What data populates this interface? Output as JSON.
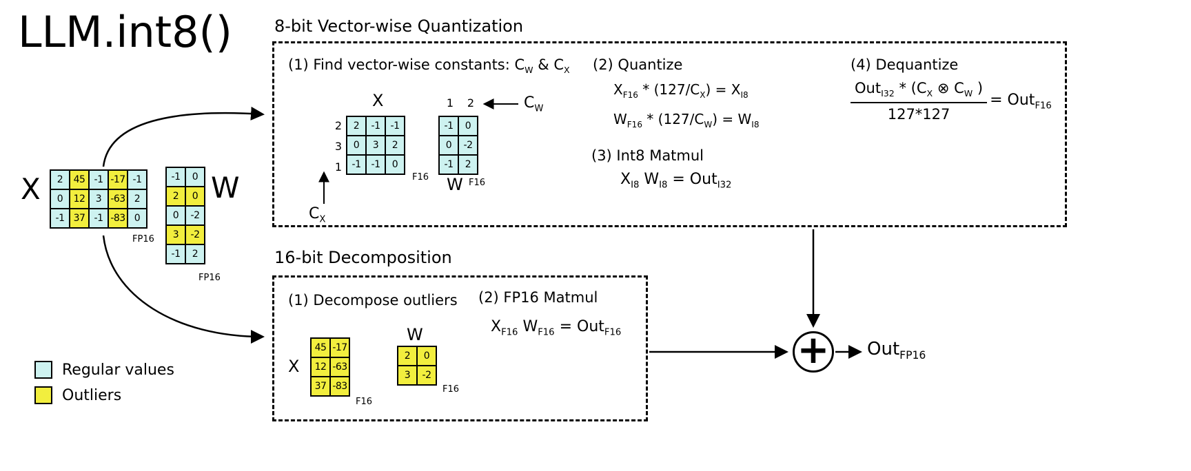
{
  "title": "LLM.int8()",
  "colors": {
    "regular": "#cdf2f0",
    "outlier": "#f2ee3e"
  },
  "legend": {
    "regular_label": "Regular values",
    "outlier_label": "Outliers"
  },
  "input": {
    "x_label": "X",
    "w_label": "W",
    "x_precision": "FP16",
    "w_precision": "FP16",
    "x_matrix": [
      [
        {
          "v": "2"
        },
        {
          "v": "45",
          "o": true
        },
        {
          "v": "-1"
        },
        {
          "v": "-17",
          "o": true
        },
        {
          "v": "-1"
        }
      ],
      [
        {
          "v": "0"
        },
        {
          "v": "12",
          "o": true
        },
        {
          "v": "3"
        },
        {
          "v": "-63",
          "o": true
        },
        {
          "v": "2"
        }
      ],
      [
        {
          "v": "-1"
        },
        {
          "v": "37",
          "o": true
        },
        {
          "v": "-1"
        },
        {
          "v": "-83",
          "o": true
        },
        {
          "v": "0"
        }
      ]
    ],
    "w_matrix": [
      [
        {
          "v": "-1"
        },
        {
          "v": "0"
        }
      ],
      [
        {
          "v": "2",
          "o": true
        },
        {
          "v": "0",
          "o": true
        }
      ],
      [
        {
          "v": "0"
        },
        {
          "v": "-2"
        }
      ],
      [
        {
          "v": "3",
          "o": true
        },
        {
          "v": "-2",
          "o": true
        }
      ],
      [
        {
          "v": "-1"
        },
        {
          "v": "2"
        }
      ]
    ]
  },
  "quant_box": {
    "title": "8-bit Vector-wise Quantization",
    "step1": [
      {
        "t": "(1) Find vector-wise constants: C"
      },
      {
        "s": "W"
      },
      {
        "t": " & C"
      },
      {
        "s": "X"
      }
    ],
    "x_label": "X",
    "x_row_labels": [
      "2",
      "3",
      "1"
    ],
    "x_matrix": [
      [
        {
          "v": "2"
        },
        {
          "v": "-1"
        },
        {
          "v": "-1"
        }
      ],
      [
        {
          "v": "0"
        },
        {
          "v": "3"
        },
        {
          "v": "2"
        }
      ],
      [
        {
          "v": "-1"
        },
        {
          "v": "-1"
        },
        {
          "v": "0"
        }
      ]
    ],
    "x_precision": "F16",
    "cx_label": [
      {
        "t": "C"
      },
      {
        "s": "X"
      }
    ],
    "w_col_labels": [
      "1",
      "2"
    ],
    "w_matrix": [
      [
        {
          "v": "-1"
        },
        {
          "v": "0"
        }
      ],
      [
        {
          "v": "0"
        },
        {
          "v": "-2"
        }
      ],
      [
        {
          "v": "-1"
        },
        {
          "v": "2"
        }
      ]
    ],
    "w_label": "W",
    "w_precision": "F16",
    "cw_label": [
      {
        "t": "C"
      },
      {
        "s": "W"
      }
    ],
    "step2": "(2) Quantize",
    "quantize_x": [
      {
        "t": "X"
      },
      {
        "s": "F16"
      },
      {
        "t": " * (127/C"
      },
      {
        "s": "X"
      },
      {
        "t": ") = X"
      },
      {
        "s": "I8"
      }
    ],
    "quantize_w": [
      {
        "t": "W"
      },
      {
        "s": "F16"
      },
      {
        "t": " * (127/C"
      },
      {
        "s": "W"
      },
      {
        "t": ") = W"
      },
      {
        "s": "I8"
      }
    ],
    "step3": "(3) Int8 Matmul",
    "int8_matmul": [
      {
        "t": "X"
      },
      {
        "s": "I8"
      },
      {
        "t": "  W"
      },
      {
        "s": "I8"
      },
      {
        "t": " = Out"
      },
      {
        "s": "I32"
      }
    ],
    "step4": "(4) Dequantize",
    "dequantize": {
      "numerator": [
        {
          "t": "Out"
        },
        {
          "s": "I32"
        },
        {
          "t": " *  (C"
        },
        {
          "s": "X"
        },
        {
          "t": " ⊗ C"
        },
        {
          "s": "W"
        },
        {
          "t": " )"
        }
      ],
      "denominator": [
        {
          "t": "127*127"
        }
      ],
      "result": [
        {
          "t": "= Out"
        },
        {
          "s": "F16"
        }
      ]
    }
  },
  "decomp_box": {
    "title": "16-bit Decomposition",
    "step1": "(1) Decompose outliers",
    "step2": "(2) FP16 Matmul",
    "fp16_matmul": [
      {
        "t": "X"
      },
      {
        "s": "F16"
      },
      {
        "t": "  W"
      },
      {
        "s": "F16"
      },
      {
        "t": " = Out"
      },
      {
        "s": "F16"
      }
    ],
    "x_label": "X",
    "x_matrix": [
      [
        {
          "v": "45",
          "o": true
        },
        {
          "v": "-17",
          "o": true
        }
      ],
      [
        {
          "v": "12",
          "o": true
        },
        {
          "v": "-63",
          "o": true
        }
      ],
      [
        {
          "v": "37",
          "o": true
        },
        {
          "v": "-83",
          "o": true
        }
      ]
    ],
    "x_precision": "F16",
    "w_label": "W",
    "w_matrix": [
      [
        {
          "v": "2",
          "o": true
        },
        {
          "v": "0",
          "o": true
        }
      ],
      [
        {
          "v": "3",
          "o": true
        },
        {
          "v": "-2",
          "o": true
        }
      ]
    ],
    "w_precision": "F16"
  },
  "output": {
    "combine_symbol": "+",
    "out_label": [
      {
        "t": "Out"
      },
      {
        "s": "FP16"
      }
    ]
  }
}
